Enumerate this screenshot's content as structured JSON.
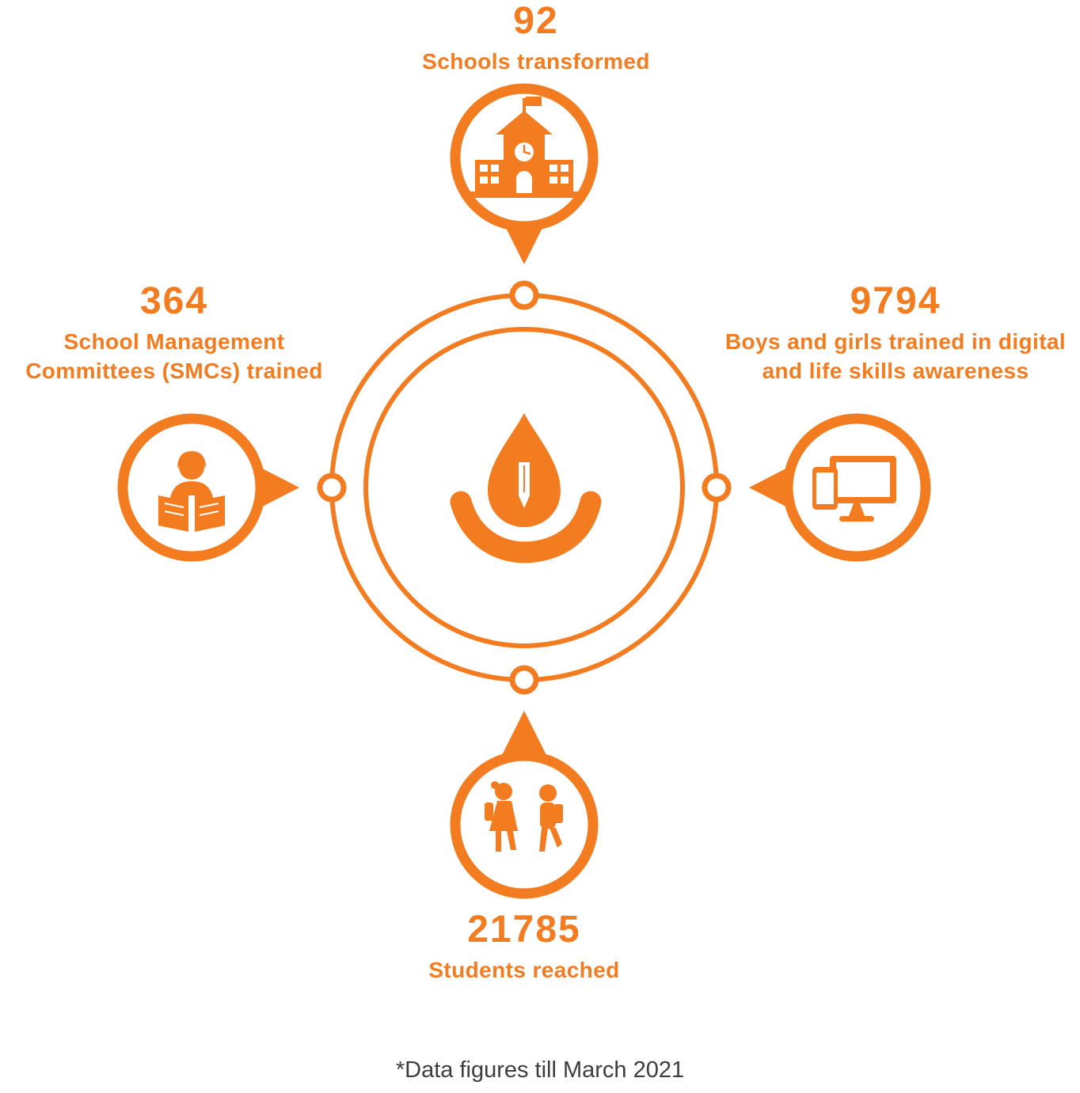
{
  "accent_color": "#F47C20",
  "note_text_color": "#3d3d3d",
  "center": {
    "icon": "hand-pencil-logo"
  },
  "stats": {
    "top": {
      "value": "92",
      "label": "Schools transformed",
      "icon": "school-building-icon"
    },
    "left": {
      "value": "364",
      "label": "School Management Committees (SMCs) trained",
      "icon": "person-reading-icon"
    },
    "right": {
      "value": "9794",
      "label": "Boys and girls trained in digital and life skills awareness",
      "icon": "computer-devices-icon"
    },
    "bottom": {
      "value": "21785",
      "label": "Students reached",
      "icon": "students-walking-icon"
    }
  },
  "footer": {
    "note": "*Data figures till March 2021"
  }
}
